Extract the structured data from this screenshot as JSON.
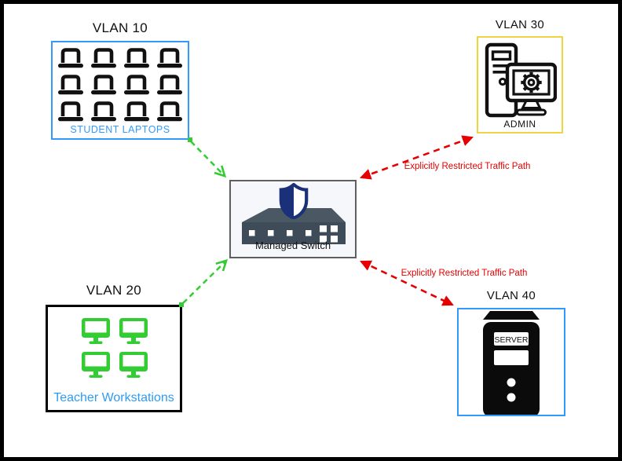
{
  "vlan10": {
    "title": "VLAN 10",
    "label": "STUDENT LAPTOPS",
    "device": "laptop",
    "device_count": 12,
    "border_color": "#3399ff",
    "label_color": "#3399ff"
  },
  "vlan20": {
    "title": "VLAN 20",
    "label": "Teacher Workstations",
    "device": "workstation",
    "device_count": 4,
    "border_color": "#000000",
    "label_color": "#2e9bf5",
    "device_color": "#33cc33"
  },
  "vlan30": {
    "title": "VLAN 30",
    "label": "ADMIN",
    "device": "admin-workstation",
    "border_color": "#f0d543"
  },
  "vlan40": {
    "title": "VLAN 40",
    "device": "server",
    "device_label": "SERVER",
    "border_color": "#3399ff"
  },
  "switch": {
    "label": "Managed Switch",
    "body_color": "#3e4c59",
    "shield_color": "#1a3079",
    "box_fill": "#f5f7fa"
  },
  "connections": {
    "allowed_color": "#33cc33",
    "restricted_color": "#e60000",
    "restricted_label_1": "Explicitly Restricted Traffic Path",
    "restricted_label_2": "Explicitly Restricted Traffic Path"
  }
}
